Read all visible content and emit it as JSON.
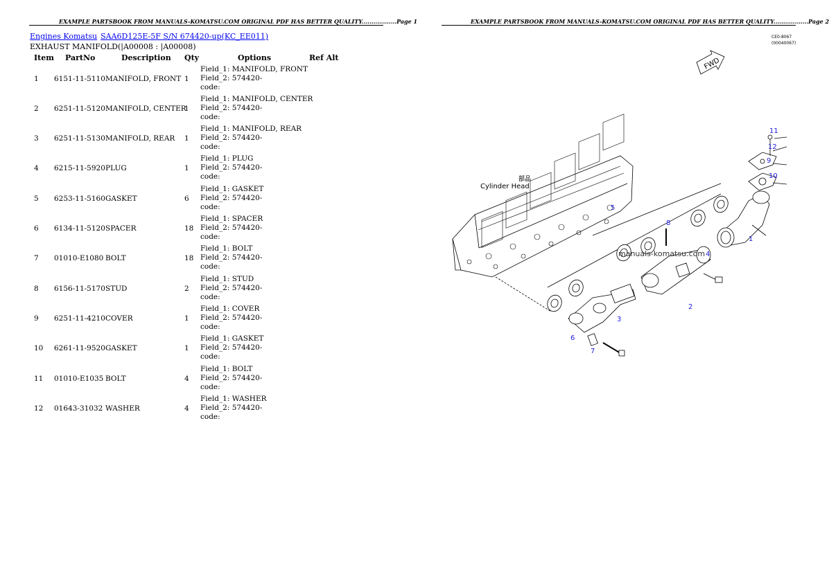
{
  "pages": [
    {
      "header": "EXAMPLE PARTSBOOK FROM MANUALS-KOMATSU.COM ORIGINAL PDF HAS BETTER QUALITY..................Page 1"
    },
    {
      "header": "EXAMPLE PARTSBOOK FROM MANUALS-KOMATSU.COM ORIGINAL PDF HAS BETTER QUALITY..................Page 2"
    }
  ],
  "breadcrumb": {
    "link1": "Engines Komatsu",
    "link2": "SAA6D125E-5F S/N 674420-up(KC_EE011)"
  },
  "subtitle": "EXHAUST MANIFOLD(|A00008 : |A00008)",
  "table": {
    "headers": {
      "item": "Item",
      "partno": "PartNo",
      "description": "Description",
      "qty": "Qty",
      "options": "Options",
      "refalt": "Ref Alt"
    },
    "rows": [
      {
        "item": "1",
        "partno": "6151-11-5110",
        "description": "MANIFOLD, FRONT",
        "qty": "1",
        "field1": "Field_1: MANIFOLD, FRONT",
        "field2": "Field_2: 574420-",
        "code": "code:"
      },
      {
        "item": "2",
        "partno": "6251-11-5120",
        "description": "MANIFOLD, CENTER",
        "qty": "1",
        "field1": "Field_1: MANIFOLD, CENTER",
        "field2": "Field_2: 574420-",
        "code": "code:"
      },
      {
        "item": "3",
        "partno": "6251-11-5130",
        "description": "MANIFOLD, REAR",
        "qty": "1",
        "field1": "Field_1: MANIFOLD, REAR",
        "field2": "Field_2: 574420-",
        "code": "code:"
      },
      {
        "item": "4",
        "partno": "6215-11-5920",
        "description": "PLUG",
        "qty": "1",
        "field1": "Field_1: PLUG",
        "field2": "Field_2: 574420-",
        "code": "code:"
      },
      {
        "item": "5",
        "partno": "6253-11-5160",
        "description": "GASKET",
        "qty": "6",
        "field1": "Field_1: GASKET",
        "field2": "Field_2: 574420-",
        "code": "code:"
      },
      {
        "item": "6",
        "partno": "6134-11-5120",
        "description": "SPACER",
        "qty": "18",
        "field1": "Field_1: SPACER",
        "field2": "Field_2: 574420-",
        "code": "code:"
      },
      {
        "item": "7",
        "partno": "01010-E1080",
        "description": "BOLT",
        "qty": "18",
        "field1": "Field_1: BOLT",
        "field2": "Field_2: 574420-",
        "code": "code:"
      },
      {
        "item": "8",
        "partno": "6156-11-5170",
        "description": "STUD",
        "qty": "2",
        "field1": "Field_1: STUD",
        "field2": "Field_2: 574420-",
        "code": "code:"
      },
      {
        "item": "9",
        "partno": "6251-11-4210",
        "description": "COVER",
        "qty": "1",
        "field1": "Field_1: COVER",
        "field2": "Field_2: 574420-",
        "code": "code:"
      },
      {
        "item": "10",
        "partno": "6261-11-9520",
        "description": "GASKET",
        "qty": "1",
        "field1": "Field_1: GASKET",
        "field2": "Field_2: 574420-",
        "code": "code:"
      },
      {
        "item": "11",
        "partno": "01010-E1035",
        "description": "BOLT",
        "qty": "4",
        "field1": "Field_1: BOLT",
        "field2": "Field_2: 574420-",
        "code": "code:"
      },
      {
        "item": "12",
        "partno": "01643-31032",
        "description": "WASHER",
        "qty": "4",
        "field1": "Field_1: WASHER",
        "field2": "Field_2: 574420-",
        "code": "code:"
      }
    ]
  },
  "diagram": {
    "code_line1": "CE0-8067",
    "code_line2": "(00040067)",
    "fwd_label": "FWD",
    "cylinder_head_jp": "部品",
    "cylinder_head_label": "Cylinder Head",
    "watermark": "manuals-komatsu.com",
    "callouts": {
      "c1": "1",
      "c2": "2",
      "c3": "3",
      "c4": "4",
      "c5": "5",
      "c6": "6",
      "c7": "7",
      "c8": "8",
      "c9": "9",
      "c10": "10",
      "c11": "11",
      "c12": "12"
    }
  },
  "colors": {
    "link": "#0000ee",
    "callout": "#1a1adf"
  }
}
